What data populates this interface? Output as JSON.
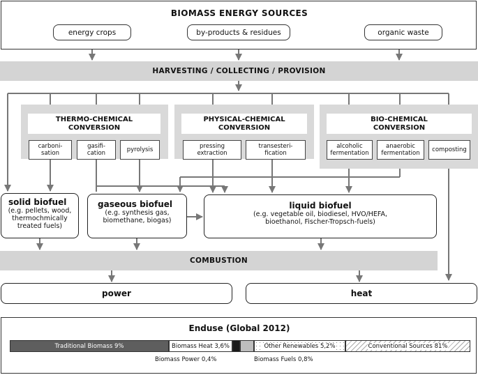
{
  "title": "BIOMASS ENERGY SOURCES",
  "sources": [
    "energy crops",
    "by-products & residues",
    "organic waste"
  ],
  "harvesting": "HARVESTING / COLLECTING / PROVISION",
  "groups": [
    {
      "title_line1": "THERMO-CHEMICAL",
      "title_line2": "CONVERSION",
      "methods": [
        [
          "carboni-",
          "sation"
        ],
        [
          "gasifi-",
          "cation"
        ],
        [
          "pyrolysis"
        ]
      ]
    },
    {
      "title_line1": "PHYSICAL-CHEMICAL",
      "title_line2": "CONVERSION",
      "methods": [
        [
          "pressing",
          "extraction"
        ],
        [
          "transesteri-",
          "fication"
        ]
      ]
    },
    {
      "title_line1": "BIO-CHEMICAL",
      "title_line2": "CONVERSION",
      "methods": [
        [
          "alcoholic",
          "fermentation"
        ],
        [
          "anaerobic",
          "fermentation"
        ],
        [
          "composting"
        ]
      ]
    }
  ],
  "fuels": {
    "solid": {
      "title": "solid biofuel",
      "desc": [
        "(e.g. pellets, wood,",
        "thermochmically",
        "treated fuels)"
      ]
    },
    "gaseous": {
      "title": "gaseous biofuel",
      "desc": [
        "(e.g. synthesis gas,",
        "biomethane, biogas)"
      ]
    },
    "liquid": {
      "title": "liquid biofuel",
      "desc": [
        "(e.g. vegetable oil, biodiesel, HVO/HEFA,",
        "bioethanol, Fischer-Tropsch-fuels)"
      ]
    }
  },
  "combustion": "COMBUSTION",
  "outputs": {
    "power": "power",
    "heat": "heat"
  },
  "enduse": {
    "title": "Enduse (Global 2012)",
    "segments": [
      {
        "label": "Traditional Biomass 9%",
        "share": 9.0,
        "color": "#5e5e5e"
      },
      {
        "label": "Biomass Heat 3,6%",
        "share": 3.6,
        "color": "#ffffff"
      },
      {
        "label": "Biomass Power 0,4%",
        "share": 0.4,
        "color": "#1a1a1a"
      },
      {
        "label": "Biomass Fuels 0,8%",
        "share": 0.8,
        "color": "#bdbdbd"
      },
      {
        "label": "Other Renewables 5,2%",
        "share": 5.2,
        "color": "#ffffff"
      },
      {
        "label": "Conventional Sources 81%",
        "share": 81.0,
        "color": "#ffffff"
      }
    ]
  }
}
